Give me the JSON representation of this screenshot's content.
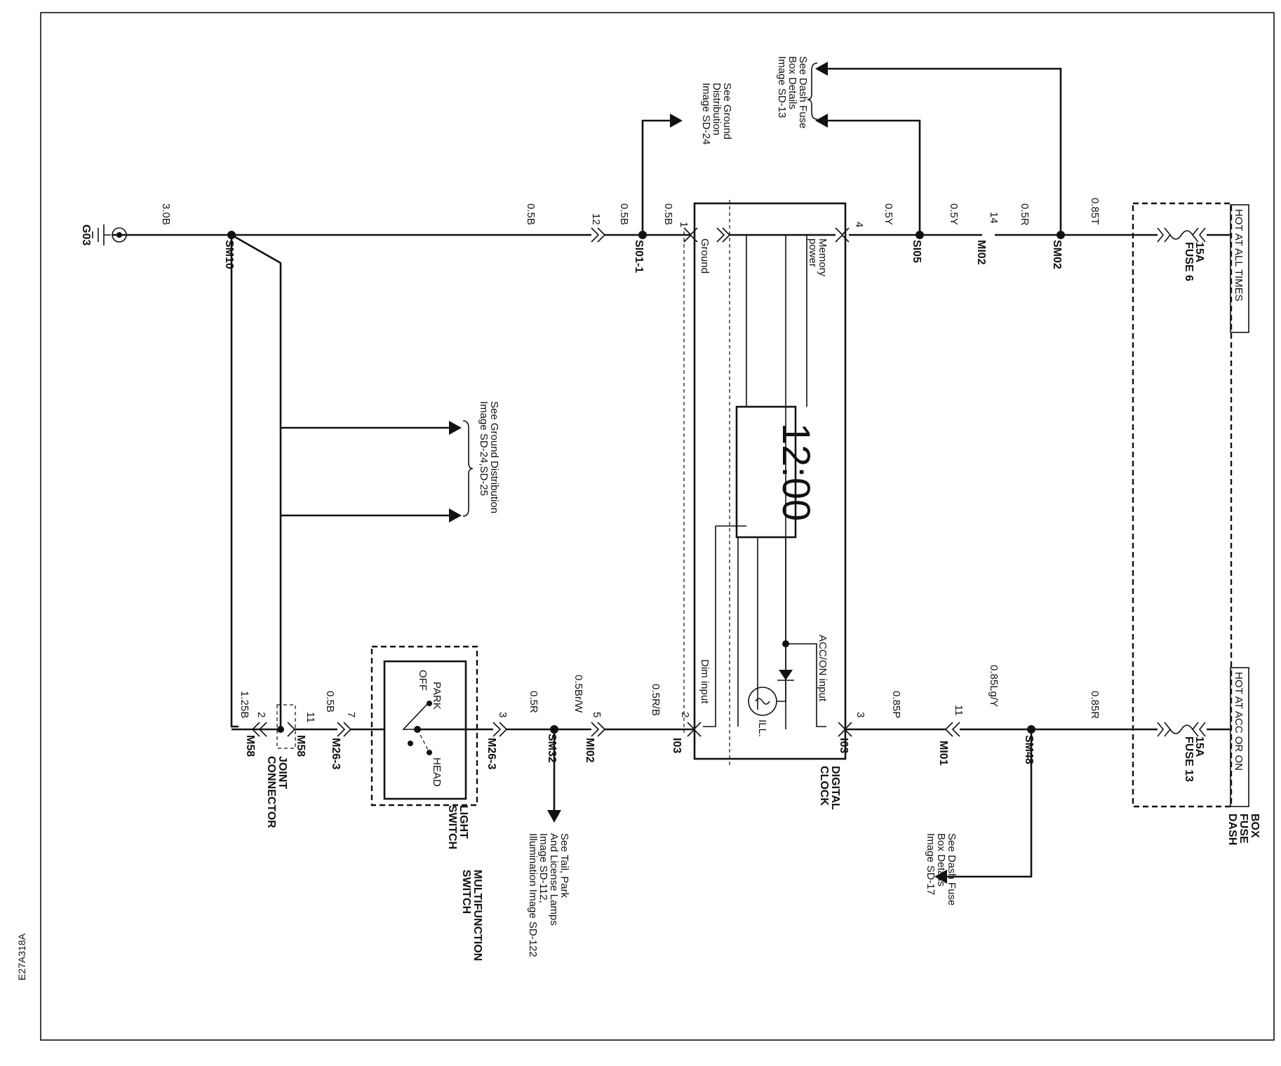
{
  "title_hot_always": "HOT AT ALL TIMES",
  "title_hot_acc": "HOT AT ACC OR ON",
  "fuse_box": [
    "DASH",
    "FUSE",
    "BOX"
  ],
  "fuse6": [
    "FUSE 6",
    "15A"
  ],
  "fuse13": [
    "FUSE 13",
    "15A"
  ],
  "clock_display": "12:00",
  "clock_name": [
    "DIGITAL",
    "CLOCK"
  ],
  "clock_pins": {
    "memory_power": [
      "Memory",
      "power"
    ],
    "ground": "Ground",
    "acc_on": "ACC/ON input",
    "dim": "Dim input",
    "ill": "ILL."
  },
  "connectors": {
    "sm02": "SM02",
    "mi02_top": "MI02",
    "si05": "SI05",
    "si01": "SI01-1",
    "sm10": "SM10",
    "g03": "G03",
    "sm48": "SM48",
    "mi01": "MI01",
    "i03_a": "I03",
    "i03_b": "I03",
    "mi02_bot": "MI02",
    "sm32": "SM32",
    "m26_a": "M26-3",
    "m26_b": "M26-3",
    "m58_a": "M58",
    "m58_b": "M58"
  },
  "wires": {
    "top_085t": "0.85T",
    "top_05r": "0.5R",
    "top_05y_a": "0.5Y",
    "top_05y_b": "0.5Y",
    "top_05b_a": "0.5B",
    "top_05b_b": "0.5B",
    "top_05b_c": "0.5B",
    "top_30b": "3.0B",
    "bot_085r": "0.85R",
    "bot_085lgy": "0.85Lg/Y",
    "bot_085p": "0.85P",
    "bot_05rb": "0.5R/B",
    "bot_05brw": "0.5Br/W",
    "bot_05r": "0.5R",
    "bot_05b": "0.5B",
    "bot_125b": "1.25B"
  },
  "pins": {
    "p14": "14",
    "p4": "4",
    "p1": "1",
    "p12": "12",
    "p11a": "11",
    "p3a": "3",
    "p2a": "2",
    "p5": "5",
    "p3b": "3",
    "p7": "7",
    "p11b": "11",
    "p2b": "2"
  },
  "switch": {
    "park": "PARK",
    "off": "OFF",
    "head": "HEAD",
    "light": [
      "LIGHT",
      "SWITCH"
    ],
    "multi": [
      "MULTIFUNCTION",
      "SWITCH"
    ]
  },
  "joint": [
    "JOINT",
    "CONNECTOR"
  ],
  "notes": {
    "dash_fuse_13": [
      "See Dash Fuse",
      "Box Details",
      "Image SD-13"
    ],
    "ground_24": [
      "See Ground",
      "Distribution",
      "Image  SD-24"
    ],
    "ground_24_25": [
      "See Ground Distribution",
      "Image  SD-24,SD-25"
    ],
    "dash_fuse_17": [
      "See Dash Fuse",
      "Box Details",
      "Image SD-17"
    ],
    "tail": [
      "See Tail, Park",
      "And License Lamps",
      "Image  SD-112,",
      "Illumination Image  SD-122"
    ]
  },
  "code": "E27A318A"
}
